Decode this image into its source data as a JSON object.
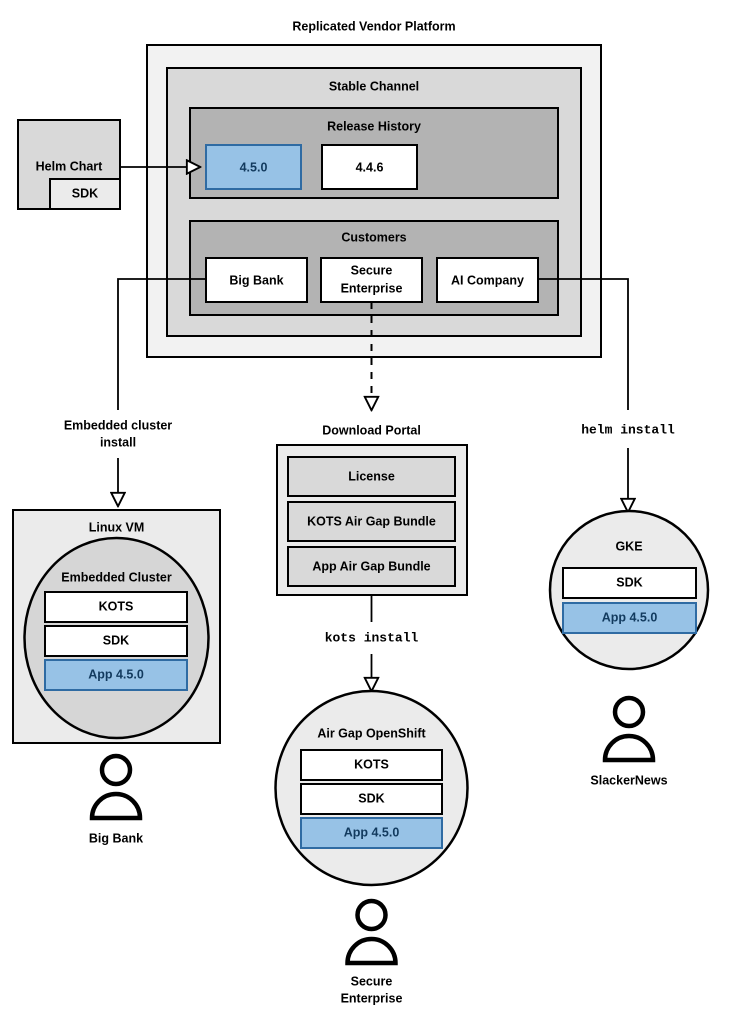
{
  "diagram": {
    "title": "Replicated Vendor Platform",
    "platform": {
      "channel": {
        "title": "Stable Channel",
        "release_history": {
          "title": "Release History",
          "releases": [
            {
              "version": "4.5.0",
              "state": "current",
              "color": "#97c2e6"
            },
            {
              "version": "4.4.6",
              "state": "previous",
              "color": "#ffffff"
            }
          ]
        },
        "customers": {
          "title": "Customers",
          "items": [
            {
              "name": "Big Bank"
            },
            {
              "name": "Secure\nEnterprise",
              "line1": "Secure",
              "line2": "Enterprise"
            },
            {
              "name": "AI Company"
            }
          ]
        }
      }
    },
    "source": {
      "title": "Helm Chart",
      "nested": "SDK"
    },
    "download_portal": {
      "title": "Download Portal",
      "artifacts": [
        "License",
        "KOTS Air Gap Bundle",
        "App Air Gap Bundle"
      ]
    },
    "connectors": [
      {
        "label_line1": "Embedded cluster",
        "label_line2": "install",
        "style": "solid"
      },
      {
        "label_line1": "kots install",
        "label_line2": "",
        "style": "mono"
      },
      {
        "label_line1": "helm install",
        "label_line2": "",
        "style": "mono"
      }
    ],
    "targets": [
      {
        "id": "linux-vm",
        "shape": "rect",
        "title": "Linux VM",
        "inner_title": "Embedded Cluster",
        "components": [
          {
            "label": "KOTS",
            "highlight": false
          },
          {
            "label": "SDK",
            "highlight": false
          },
          {
            "label": "App 4.5.0",
            "highlight": true
          }
        ],
        "actor": "Big Bank"
      },
      {
        "id": "air-gap-openshift",
        "shape": "circle",
        "title": "Air Gap OpenShift",
        "components": [
          {
            "label": "KOTS",
            "highlight": false
          },
          {
            "label": "SDK",
            "highlight": false
          },
          {
            "label": "App 4.5.0",
            "highlight": true
          }
        ],
        "actor_line1": "Secure",
        "actor_line2": "Enterprise"
      },
      {
        "id": "gke",
        "shape": "circle",
        "title": "GKE",
        "components": [
          {
            "label": "SDK",
            "highlight": false
          },
          {
            "label": "App 4.5.0",
            "highlight": true
          }
        ],
        "actor": "SlackerNews"
      }
    ],
    "colors": {
      "accent_blue_fill": "#97c2e6",
      "accent_blue_stroke": "#2f6ba3",
      "accent_blue_text": "#123a5e",
      "platform_outer": "#f2f2f2",
      "channel": "#d9d9d9",
      "group": "#b3b3b3",
      "stroke": "#000000"
    }
  }
}
